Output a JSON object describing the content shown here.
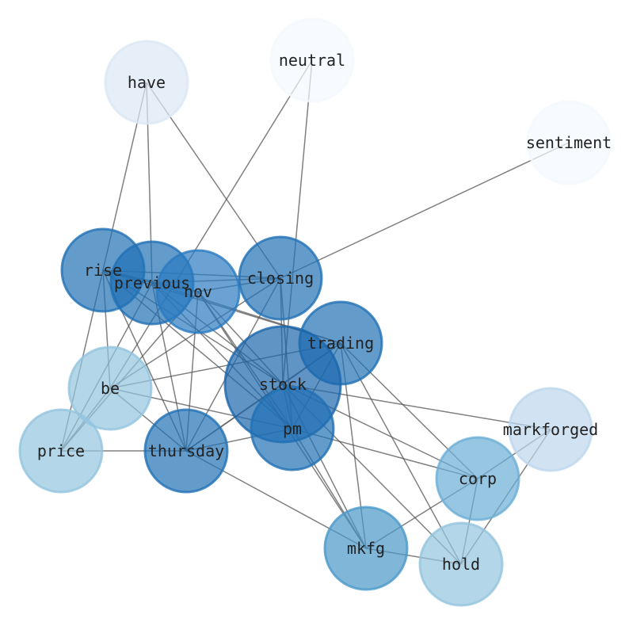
{
  "nodes": [
    {
      "id": "have",
      "label": "have",
      "color": "#dbe7f5"
    },
    {
      "id": "neutral",
      "label": "neutral",
      "color": "#f4f9ff"
    },
    {
      "id": "sentiment",
      "label": "sentiment",
      "color": "#f4f9ff"
    },
    {
      "id": "rise",
      "label": "rise",
      "color": "#2171b5"
    },
    {
      "id": "previous",
      "label": "previous",
      "color": "#2171b5"
    },
    {
      "id": "nov",
      "label": "nov",
      "color": "#2b7bc0"
    },
    {
      "id": "closing",
      "label": "closing",
      "color": "#2171b5"
    },
    {
      "id": "trading",
      "label": "trading",
      "color": "#2171b5"
    },
    {
      "id": "stock",
      "label": "stock",
      "color": "#1c66ad"
    },
    {
      "id": "pm",
      "label": "pm",
      "color": "#2171b5"
    },
    {
      "id": "be",
      "label": "be",
      "color": "#94c4df"
    },
    {
      "id": "price",
      "label": "price",
      "color": "#94c4df"
    },
    {
      "id": "thursday",
      "label": "thursday",
      "color": "#2171b5"
    },
    {
      "id": "markforged",
      "label": "markforged",
      "color": "#bdd7ec"
    },
    {
      "id": "corp",
      "label": "corp",
      "color": "#6baed6"
    },
    {
      "id": "mkfg",
      "label": "mkfg",
      "color": "#4a98c9"
    },
    {
      "id": "hold",
      "label": "hold",
      "color": "#94c4df"
    }
  ],
  "edges": [
    [
      "have",
      "previous"
    ],
    [
      "have",
      "price"
    ],
    [
      "have",
      "closing"
    ],
    [
      "neutral",
      "stock"
    ],
    [
      "neutral",
      "be"
    ],
    [
      "sentiment",
      "closing"
    ],
    [
      "rise",
      "previous"
    ],
    [
      "rise",
      "nov"
    ],
    [
      "rise",
      "closing"
    ],
    [
      "rise",
      "trading"
    ],
    [
      "rise",
      "stock"
    ],
    [
      "rise",
      "pm"
    ],
    [
      "rise",
      "thursday"
    ],
    [
      "rise",
      "be"
    ],
    [
      "previous",
      "closing"
    ],
    [
      "previous",
      "nov"
    ],
    [
      "previous",
      "trading"
    ],
    [
      "previous",
      "stock"
    ],
    [
      "previous",
      "pm"
    ],
    [
      "previous",
      "price"
    ],
    [
      "previous",
      "thursday"
    ],
    [
      "nov",
      "closing"
    ],
    [
      "nov",
      "stock"
    ],
    [
      "nov",
      "pm"
    ],
    [
      "nov",
      "thursday"
    ],
    [
      "nov",
      "mkfg"
    ],
    [
      "nov",
      "price"
    ],
    [
      "closing",
      "be"
    ],
    [
      "closing",
      "stock"
    ],
    [
      "closing",
      "pm"
    ],
    [
      "closing",
      "thursday"
    ],
    [
      "trading",
      "be"
    ],
    [
      "trading",
      "stock"
    ],
    [
      "trading",
      "pm"
    ],
    [
      "trading",
      "thursday"
    ],
    [
      "trading",
      "corp"
    ],
    [
      "trading",
      "hold"
    ],
    [
      "trading",
      "mkfg"
    ],
    [
      "stock",
      "markforged"
    ],
    [
      "stock",
      "corp"
    ],
    [
      "stock",
      "hold"
    ],
    [
      "stock",
      "mkfg"
    ],
    [
      "stock",
      "pm"
    ],
    [
      "stock",
      "thursday"
    ],
    [
      "pm",
      "thursday"
    ],
    [
      "pm",
      "be"
    ],
    [
      "pm",
      "corp"
    ],
    [
      "pm",
      "mkfg"
    ],
    [
      "be",
      "price"
    ],
    [
      "be",
      "thursday"
    ],
    [
      "price",
      "thursday"
    ],
    [
      "thursday",
      "mkfg"
    ],
    [
      "corp",
      "markforged"
    ],
    [
      "corp",
      "mkfg"
    ],
    [
      "corp",
      "hold"
    ],
    [
      "mkfg",
      "hold"
    ],
    [
      "markforged",
      "hold"
    ]
  ]
}
